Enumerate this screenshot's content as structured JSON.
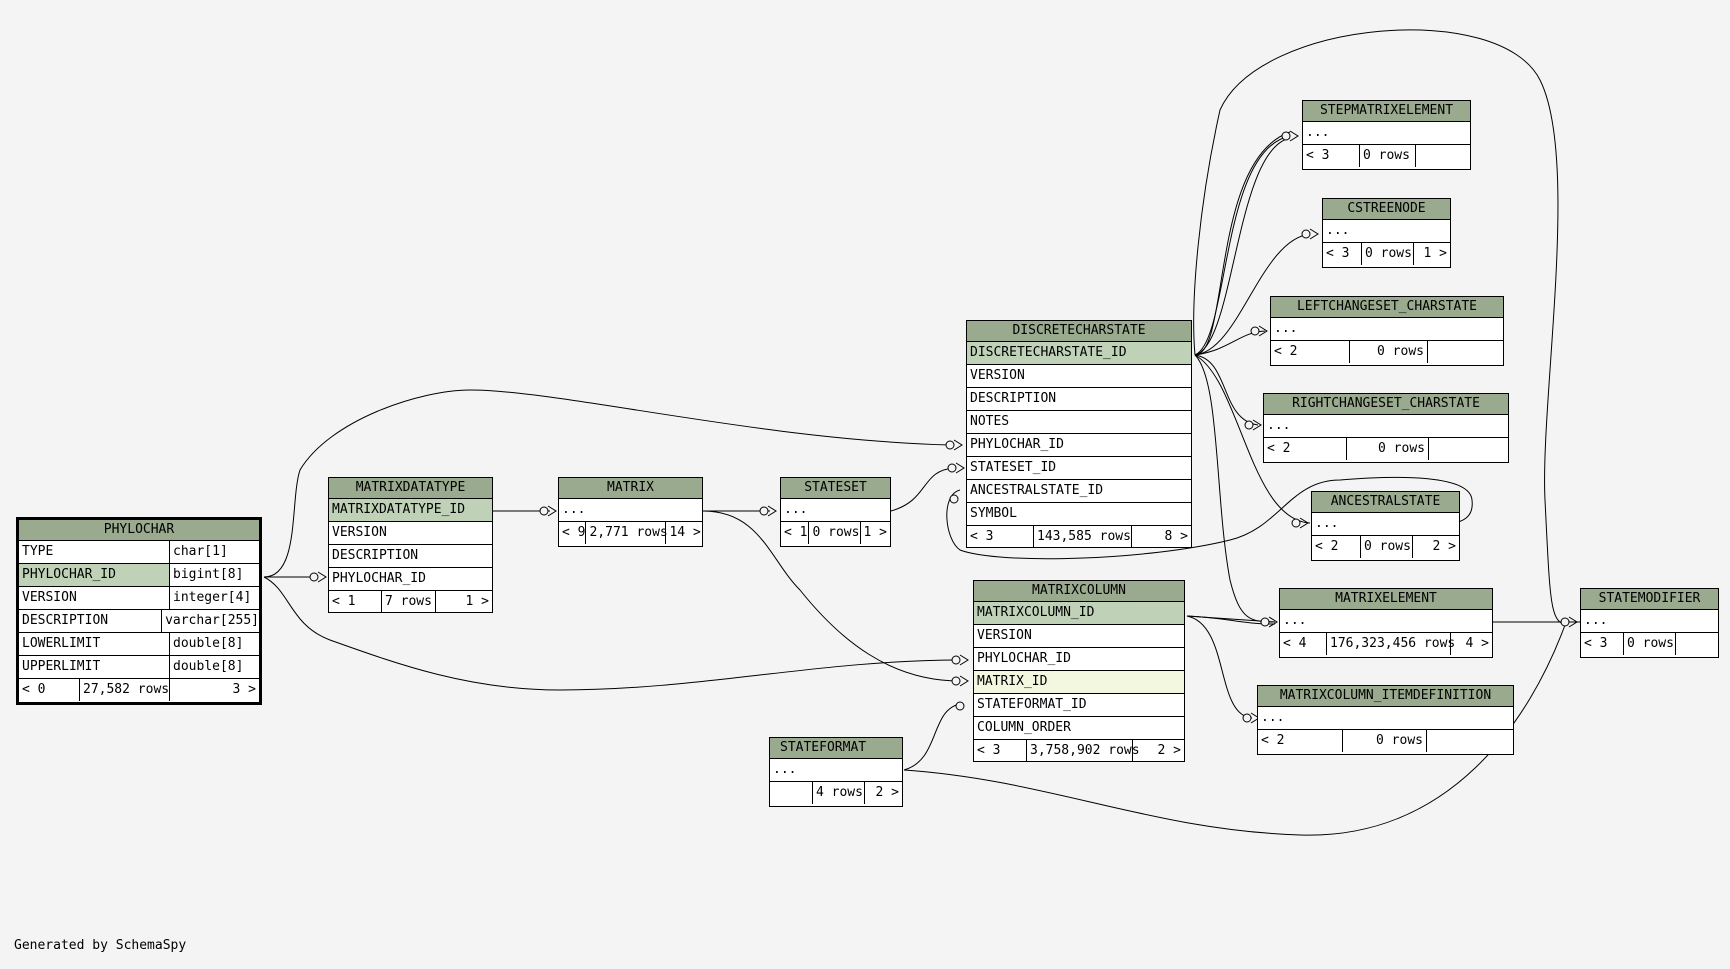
{
  "footer_text": "Generated by SchemaSpy",
  "colors": {
    "header": "#9aaa8e",
    "primary_key": "#bfd2b7",
    "highlight": "#f4f7df",
    "background": "#f4f4f4"
  },
  "tables": {
    "phylochar": {
      "name": "PHYLOCHAR",
      "columns": [
        {
          "name": "TYPE",
          "type": "char[1]"
        },
        {
          "name": "PHYLOCHAR_ID",
          "type": "bigint[8]"
        },
        {
          "name": "VERSION",
          "type": "integer[4]"
        },
        {
          "name": "DESCRIPTION",
          "type": "varchar[255]"
        },
        {
          "name": "LOWERLIMIT",
          "type": "double[8]"
        },
        {
          "name": "UPPERLIMIT",
          "type": "double[8]"
        }
      ],
      "footer": {
        "parents": "< 0",
        "rows": "27,582 rows",
        "children": "3 >"
      }
    },
    "matrixdatatype": {
      "name": "MATRIXDATATYPE",
      "columns": [
        "MATRIXDATATYPE_ID",
        "VERSION",
        "DESCRIPTION",
        "PHYLOCHAR_ID"
      ],
      "footer": {
        "parents": "< 1",
        "rows": "7 rows",
        "children": "1 >"
      }
    },
    "matrix": {
      "name": "MATRIX",
      "columns": [
        "..."
      ],
      "footer": {
        "parents": "< 9",
        "rows": "2,771 rows",
        "children": "14 >"
      }
    },
    "stateset": {
      "name": "STATESET",
      "columns": [
        "..."
      ],
      "footer": {
        "parents": "< 1",
        "rows": "0 rows",
        "children": "1 >"
      }
    },
    "discretecharstate": {
      "name": "DISCRETECHARSTATE",
      "columns": [
        "DISCRETECHARSTATE_ID",
        "VERSION",
        "DESCRIPTION",
        "NOTES",
        "PHYLOCHAR_ID",
        "STATESET_ID",
        "ANCESTRALSTATE_ID",
        "SYMBOL"
      ],
      "footer": {
        "parents": "< 3",
        "rows": "143,585 rows",
        "children": "8 >"
      }
    },
    "matrixcolumn": {
      "name": "MATRIXCOLUMN",
      "columns": [
        "MATRIXCOLUMN_ID",
        "VERSION",
        "PHYLOCHAR_ID",
        "MATRIX_ID",
        "STATEFORMAT_ID",
        "COLUMN_ORDER"
      ],
      "footer": {
        "parents": "< 3",
        "rows": "3,758,902 rows",
        "children": "2 >"
      }
    },
    "stateformat": {
      "name": "STATEFORMAT",
      "columns": [
        "..."
      ],
      "footer": {
        "parents": "",
        "rows": "4 rows",
        "children": "2 >"
      }
    },
    "stepmatrixelement": {
      "name": "STEPMATRIXELEMENT",
      "columns": [
        "..."
      ],
      "footer": {
        "parents": "< 3",
        "rows": "0 rows",
        "children": ""
      }
    },
    "cstreenode": {
      "name": "CSTREENODE",
      "columns": [
        "..."
      ],
      "footer": {
        "parents": "< 3",
        "rows": "0 rows",
        "children": "1 >"
      }
    },
    "leftchangeset": {
      "name": "LEFTCHANGESET_CHARSTATE",
      "columns": [
        "..."
      ],
      "footer": {
        "parents": "< 2",
        "rows": "0 rows",
        "children": ""
      }
    },
    "rightchangeset": {
      "name": "RIGHTCHANGESET_CHARSTATE",
      "columns": [
        "..."
      ],
      "footer": {
        "parents": "< 2",
        "rows": "0 rows",
        "children": ""
      }
    },
    "ancestralstate": {
      "name": "ANCESTRALSTATE",
      "columns": [
        "..."
      ],
      "footer": {
        "parents": "< 2",
        "rows": "0 rows",
        "children": "2 >"
      }
    },
    "matrixelement": {
      "name": "MATRIXELEMENT",
      "columns": [
        "..."
      ],
      "footer": {
        "parents": "< 4",
        "rows": "176,323,456 rows",
        "children": "4 >"
      }
    },
    "matrixcolumn_itemdefinition": {
      "name": "MATRIXCOLUMN_ITEMDEFINITION",
      "columns": [
        "..."
      ],
      "footer": {
        "parents": "< 2",
        "rows": "0 rows",
        "children": ""
      }
    },
    "statemodifier": {
      "name": "STATEMODIFIER",
      "columns": [
        "..."
      ],
      "footer": {
        "parents": "< 3",
        "rows": "0 rows",
        "children": ""
      }
    }
  }
}
